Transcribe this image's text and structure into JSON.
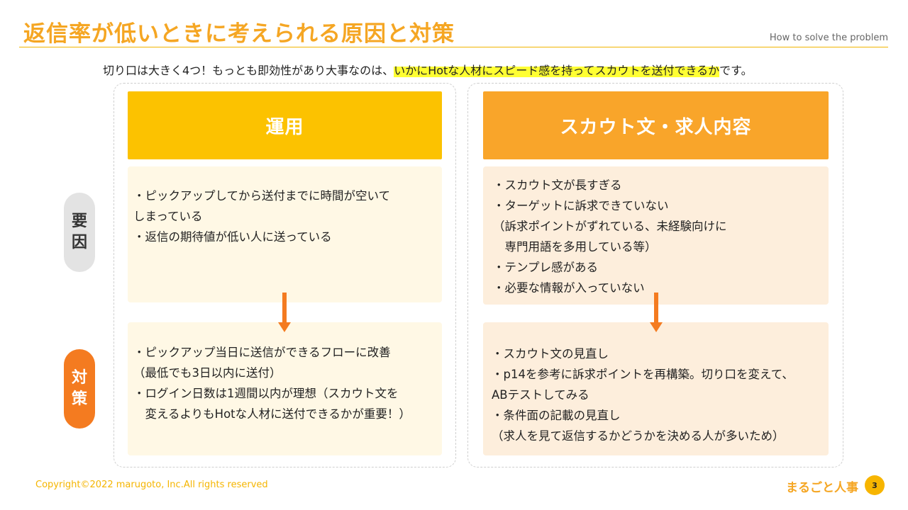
{
  "header": {
    "title": "返信率が低いときに考えられる原因と対策",
    "subtitle": "How to solve the problem"
  },
  "intro": {
    "prefix": "切り口は大きく4つ！もっとも即効性があり大事なのは、",
    "highlight": "いかにHotな人材にスピード感を持ってスカウトを送付できるか",
    "suffix": "です。"
  },
  "columns": [
    {
      "heading": "運用",
      "factor_lines": [
        "・ピックアップしてから送付までに時間が空いて",
        "しまっている",
        "・返信の期待値が低い人に送っている"
      ],
      "measure_lines": [
        "・ピックアップ当日に送信ができるフローに改善",
        "（最低でも3日以内に送付）",
        "・ログイン日数は1週間以内が理想（スカウト文を",
        "　変えるよりもHotな人材に送付できるかが重要！）"
      ]
    },
    {
      "heading": "スカウト文・求人内容",
      "factor_lines": [
        "・スカウト文が長すぎる",
        "・ターゲットに訴求できていない",
        "（訴求ポイントがずれている、未経験向けに",
        "　専門用語を多用している等）",
        "・テンプレ感がある",
        "・必要な情報が入っていない"
      ],
      "measure_lines": [
        "・スカウト文の見直し",
        "・p14を参考に訴求ポイントを再構築。切り口を変えて、",
        "ABテストしてみる",
        "・条件面の記載の見直し",
        "（求人を見て返信するかどうかを決める人が多いため）"
      ]
    }
  ],
  "labels": {
    "factor": [
      "要",
      "因"
    ],
    "measure": [
      "対",
      "策"
    ]
  },
  "footer": {
    "copyright": "Copyright©2022 marugoto, Inc.All rights reserved",
    "brand": "まるごと人事",
    "page_number": "3"
  },
  "colors": {
    "title": "#F5A623",
    "header_left": "#FCC200",
    "header_right": "#F9A52A",
    "arrow": "#F47B20",
    "highlight": "#FFFF33"
  }
}
